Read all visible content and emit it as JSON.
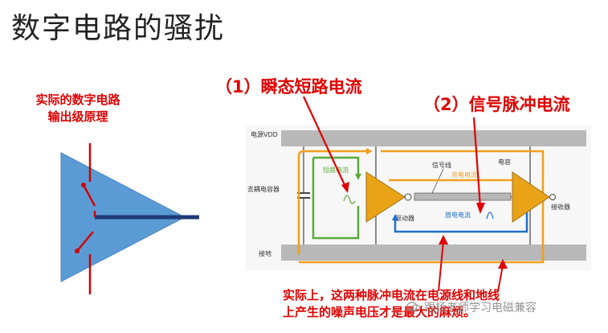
{
  "title": "数字电路的骚扰",
  "left_caption": [
    "实际的数字电路",
    "输出级原理"
  ],
  "caption1": "（1）瞬态短路电流",
  "caption2": "（2）信号脉冲电流",
  "diagram_labels": {
    "vdd": "电源VDD",
    "gnd": "接地",
    "decoupling_cap": "去耦电容器",
    "short_current": "短路电流",
    "signal_line": "信号线",
    "capacitor": "电容",
    "charge_current": "充电电流",
    "discharge_current": "放电电流",
    "driver": "驱动器",
    "receiver": "接收器"
  },
  "bottom_note": [
    "实际上，这两种脉冲电流在电源线和地线",
    "上产生的噪声电压才是最大的麻烦。"
  ],
  "watermark": "跟杨老师学习电磁兼容",
  "colors": {
    "caption_red": "#e00000",
    "triangle_blue": "#5b9bd5",
    "amp_orange": "#e8a317",
    "rail_gray": "#b8b8b8",
    "current_orange": "#f0a020",
    "current_green": "#5aaa3a",
    "current_blue": "#1f6fd0",
    "output_navy": "#1f3a78"
  }
}
